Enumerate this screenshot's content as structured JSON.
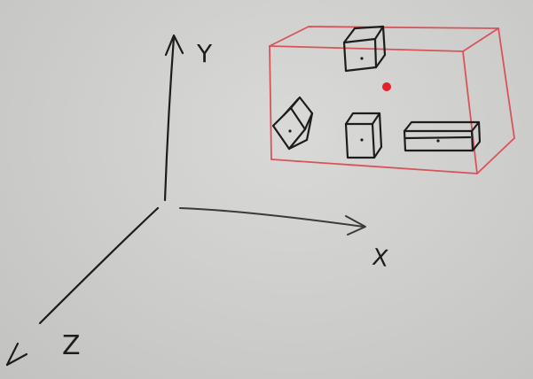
{
  "sketch": {
    "axis_labels": {
      "y": "Y",
      "x": "X",
      "z": "Z"
    },
    "colors": {
      "board": "#cfcfcd",
      "ink": "#1d1d1d",
      "box_outline": "#d9535a",
      "red_point": "#e0202a"
    }
  }
}
